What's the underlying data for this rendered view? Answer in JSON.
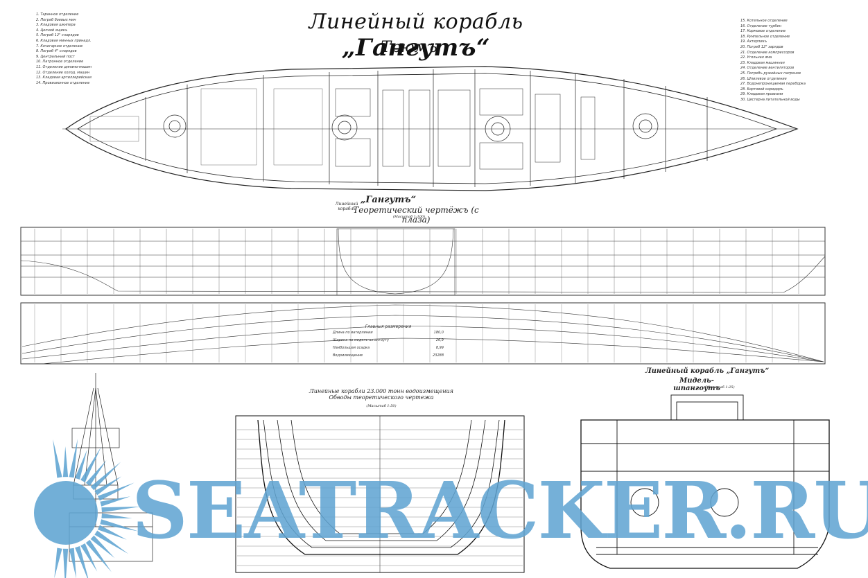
{
  "header": {
    "title_prefix": "Линейный корабль",
    "ship_name": "„Гангутъ“",
    "subtitle": "Трюмъ"
  },
  "legend_left": [
    "1. Таранное отделение",
    "2. Погреб боевых мин",
    "3. Кладовая шкипера",
    "4. Цепной ящикъ",
    "5. Погреб 12\" снарядов",
    "6. Кладовая минных принадл.",
    "7. Кочегарное отделение",
    "8. Погреб 4\" снарядов",
    "9. Центральный пост",
    "10. Патронное отделение",
    "11. Отделение динамо-машин",
    "12. Отделение холод. машин",
    "13. Кладовая артиллерийская",
    "14. Провизионное отделение"
  ],
  "legend_right": [
    "15. Котельное отделение",
    "16. Отделение турбин",
    "17. Кормовое отделение",
    "18. Румпельное отделение",
    "19. Ахтерпикъ",
    "20. Погреб 12\" зарядов",
    "21. Отделение компрессоров",
    "22. Угольная яма",
    "23. Кладовая машинная",
    "24. Отделение вентиляторов",
    "25. Погребъ ружейных патронов",
    "26. Шпилевое отделение",
    "27. Водонепроницаемая переборка",
    "28. Бортовой коридоръ",
    "29. Кладовая провизии",
    "30. Цистерна питательной воды"
  ],
  "lines_plan": {
    "type_label": "Линейный корабль",
    "ship_name": "„Гангутъ“",
    "description": "Теоретический чертёжъ (с плаза)",
    "scale": "(Масштаб 1:100)"
  },
  "hydro_table": {
    "title": "Главныя размерения",
    "rows": [
      {
        "label": "Длина по ватерлинии",
        "value": "180,0"
      },
      {
        "label": "Ширина по мидель-шпангоуту",
        "value": "26,9"
      },
      {
        "label": "Наибольшая осадка",
        "value": "8,99"
      },
      {
        "label": "Водоизмещение",
        "value": "23288"
      }
    ]
  },
  "body_plan": {
    "title": "Линейные корабли 23.000 тонн водоизмещения",
    "subtitle": "Обводы теоретического чертежа",
    "scale": "(Масштаб 1:50)"
  },
  "midship": {
    "title": "Линейный корабль „Гангутъ“",
    "subtitle": "Мидель-шпангоутъ",
    "scale": "(Масштаб 1:25)"
  },
  "watermark": {
    "text": "SEATRACKER.RU",
    "color": "#5fa4d2"
  },
  "colors": {
    "ink": "#111111",
    "paper": "#ffffff",
    "watermark": "#5fa4d2"
  }
}
